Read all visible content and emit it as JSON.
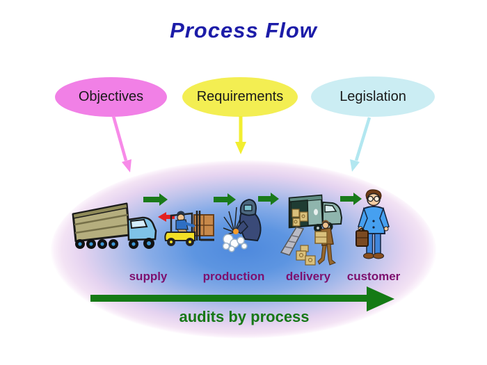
{
  "title": "Process Flow",
  "bubbles": [
    {
      "label": "Objectives",
      "fill": "#f180e6",
      "arrow_color": "#f78ae8"
    },
    {
      "label": "Requirements",
      "fill": "#f3ee52",
      "arrow_color": "#f2ee30"
    },
    {
      "label": "Legislation",
      "fill": "#cbedf3",
      "arrow_color": "#b2e7f0"
    }
  ],
  "process": {
    "stages": [
      {
        "label": "supply",
        "icons": [
          "cargo-truck-icon",
          "forklift-icon"
        ]
      },
      {
        "label": "production",
        "icons": [
          "welder-icon"
        ]
      },
      {
        "label": "delivery",
        "icons": [
          "delivery-truck-icon",
          "courier-icon"
        ]
      },
      {
        "label": "customer",
        "icons": [
          "businessman-icon"
        ]
      }
    ],
    "audit_label": "audits by process"
  },
  "colors": {
    "title_navy": "#1c1ca8",
    "stage_label_purple": "#7d106e",
    "flow_arrow_green": "#1a7a1a",
    "audit_arrow_green": "#157a15",
    "audit_text_green": "#177817",
    "return_arrow_red": "#e32222",
    "ellipse_core_blue": "#4e89dd",
    "ellipse_rim_pink": "#f3e3f4"
  }
}
